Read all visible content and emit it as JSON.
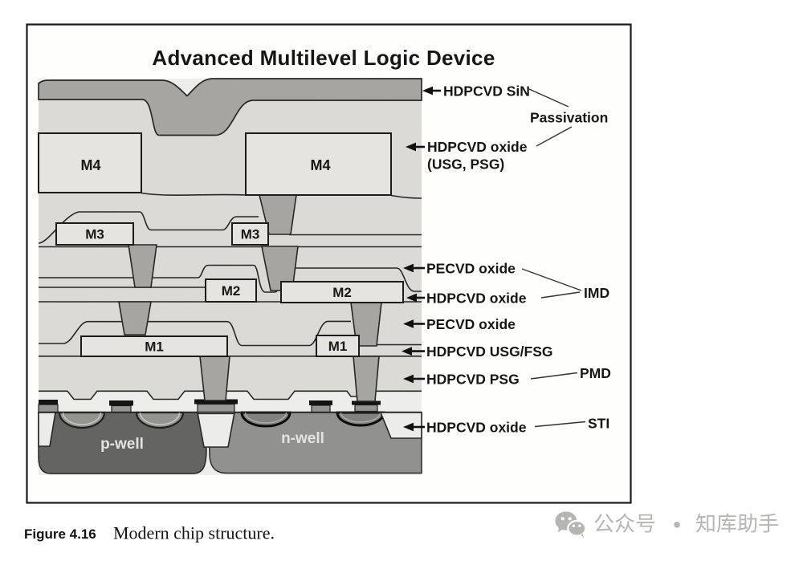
{
  "figure": {
    "title": "Advanced Multilevel Logic Device",
    "metals": [
      {
        "id": "m4-left",
        "label": "M4"
      },
      {
        "id": "m4-right",
        "label": "M4"
      },
      {
        "id": "m3-left",
        "label": "M3"
      },
      {
        "id": "m3-right",
        "label": "M3"
      },
      {
        "id": "m2-left",
        "label": "M2"
      },
      {
        "id": "m2-right",
        "label": "M2"
      },
      {
        "id": "m1-left",
        "label": "M1"
      },
      {
        "id": "m1-right",
        "label": "M1"
      }
    ],
    "annotations": [
      {
        "label": "HDPCVD SiN"
      },
      {
        "label": "HDPCVD oxide",
        "sublabel": "(USG, PSG)"
      },
      {
        "label": "PECVD oxide"
      },
      {
        "label": "HDPCVD oxide"
      },
      {
        "label": "PECVD oxide"
      },
      {
        "label": "HDPCVD USG/FSG"
      },
      {
        "label": "HDPCVD PSG"
      },
      {
        "label": "HDPCVD oxide"
      }
    ],
    "groups": [
      {
        "label": "Passivation"
      },
      {
        "label": "IMD"
      },
      {
        "label": "PMD"
      },
      {
        "label": "STI"
      }
    ],
    "wells": [
      {
        "label": "p-well"
      },
      {
        "label": "n-well"
      }
    ],
    "caption": {
      "number": "Figure 4.16",
      "text": "Modern chip structure."
    },
    "watermark": {
      "text": "公众号 · 知库助手"
    }
  },
  "colors": {
    "line": "#2a2a2a",
    "oxide_fill": "#e9e8e5",
    "nitride_fill": "#b1b0ad",
    "metal_fill": "#f4f3f0",
    "p_well_fill": "#6b6b69",
    "n_well_fill": "#9b9b99",
    "watermark_gray": "#b5b5b4"
  }
}
